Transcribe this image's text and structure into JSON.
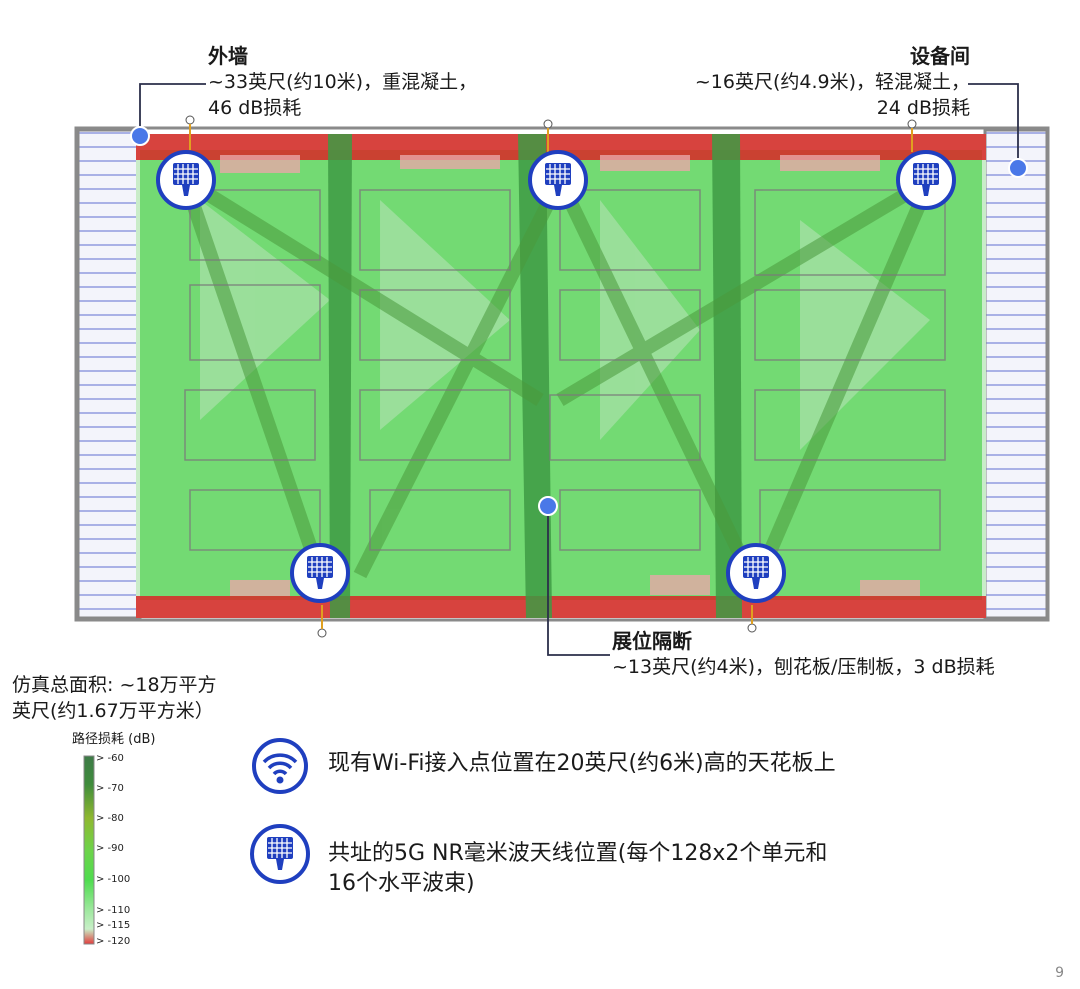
{
  "callouts": {
    "outer_wall": {
      "title": "外墙",
      "line1": "~33英尺(约10米)，重混凝土，",
      "line2": "46 dB损耗"
    },
    "equipment_room": {
      "title": "设备间",
      "line1": "~16英尺(约4.9米)，轻混凝土，",
      "line2": "24 dB损耗"
    },
    "booth_partition": {
      "title": "展位隔断",
      "line1": "~13英尺(约4米)，刨花板/压制板，3 dB损耗"
    }
  },
  "area": {
    "line1": "仿真总面积: ~18万平方",
    "line2": "英尺(约1.67万平方米）"
  },
  "colorbar": {
    "title": "路径损耗 (dB)",
    "ticks": [
      "> -60",
      "> -70",
      "> -80",
      "> -90",
      "> -100",
      "> -110",
      "> -115",
      "> -120"
    ],
    "colors": [
      "#3e7a47",
      "#3f8c3c",
      "#8fb830",
      "#6ed34a",
      "#4fdc4f",
      "#9fe89f",
      "#c8efc8",
      "#e23c3c"
    ]
  },
  "legend": {
    "wifi": "现有Wi-Fi接入点位置在20英尺(约6米)高的天花板上",
    "antenna_line1": "共址的5G NR毫米波天线位置(每个128x2个单元和",
    "antenna_line2": "16个水平波束)"
  },
  "page_number": "9",
  "icons": [
    "wifi-icon",
    "antenna-icon",
    "access-point-marker"
  ],
  "colors": {
    "accent_blue": "#1f3fbf",
    "marker_blue": "#4a78e8",
    "signal_green": "#4fdc4f",
    "loss_red": "#d92626"
  }
}
